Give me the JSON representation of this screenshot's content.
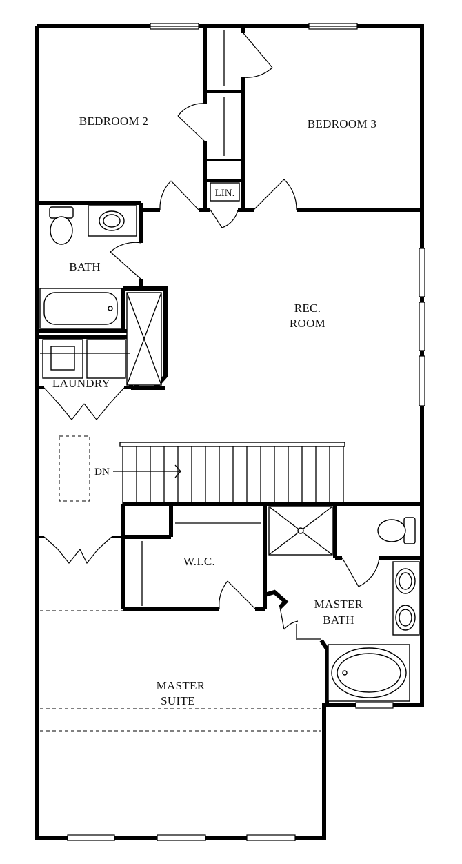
{
  "rooms": {
    "bedroom2": "BEDROOM 2",
    "bedroom3": "BEDROOM 3",
    "linen": "LIN.",
    "bath": "BATH",
    "rec_room_line1": "REC.",
    "rec_room_line2": "ROOM",
    "laundry": "LAUNDRY",
    "stairs": "DN",
    "wic": "W.I.C.",
    "master_bath_line1": "MASTER",
    "master_bath_line2": "BATH",
    "master_suite_line1": "MASTER",
    "master_suite_line2": "SUITE"
  }
}
